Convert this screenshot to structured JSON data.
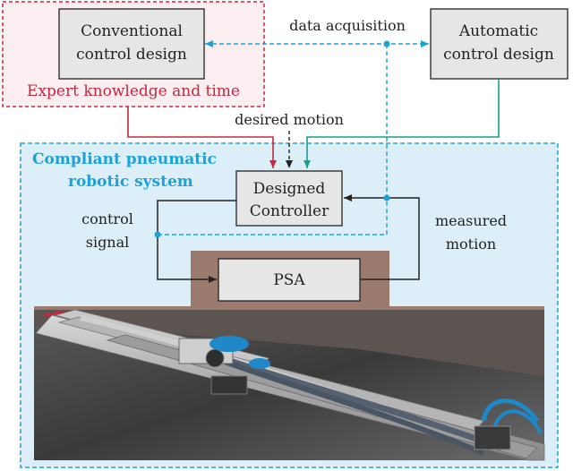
{
  "boxes": {
    "conventional": [
      "Conventional",
      "control design"
    ],
    "automatic": [
      "Automatic",
      "control design"
    ],
    "controller": [
      "Designed",
      "Controller"
    ],
    "psa": "PSA"
  },
  "labels": {
    "expert": "Expert knowledge and time",
    "data_acquisition": "data acquisition",
    "desired_motion": "desired motion",
    "system_title": [
      "Compliant pneumatic",
      "robotic system"
    ],
    "control_signal": [
      "control",
      "signal"
    ],
    "measured_motion": [
      "measured",
      "motion"
    ]
  },
  "colors": {
    "red": "#c4283f",
    "teal": "#1a9e8f",
    "blue": "#1ba3d8",
    "box_fill": "#e6e6e6",
    "region_fill": "#dceef8",
    "psa_backdrop": "#9a7b6d"
  },
  "photo": {
    "description_icon": "pneumatic-robot-photo"
  }
}
